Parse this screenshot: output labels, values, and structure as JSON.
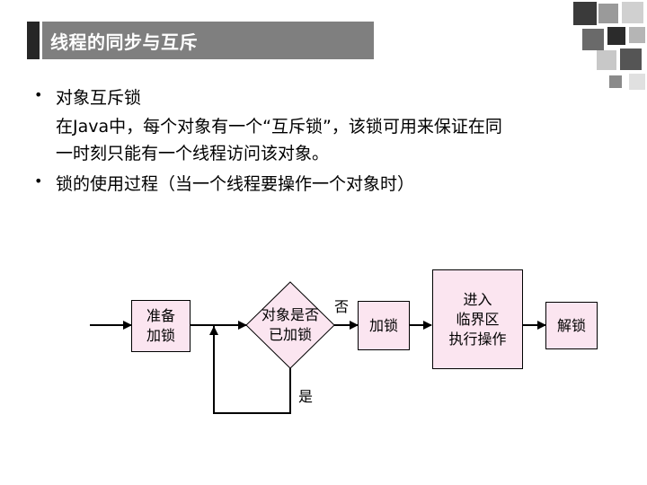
{
  "slide": {
    "title": "线程的同步与互斥"
  },
  "bullets": {
    "item1": "对象互斥锁",
    "item1_body_line1": "在Java中，每个对象有一个“互斥锁”，该锁可用来保证在同",
    "item1_body_line2": "一时刻只能有一个线程访问该对象。",
    "item2": "锁的使用过程（当一个线程要操作一个对象时）"
  },
  "flowchart": {
    "prepare_line1": "准备",
    "prepare_line2": "加锁",
    "decision_line1": "对象是否",
    "decision_line2": "已加锁",
    "no_label": "否",
    "yes_label": "是",
    "lock": "加锁",
    "enter_line1": "进入",
    "enter_line2": "临界区",
    "enter_line3": "执行操作",
    "unlock": "解锁",
    "fill_color": "#fbe5f0"
  }
}
